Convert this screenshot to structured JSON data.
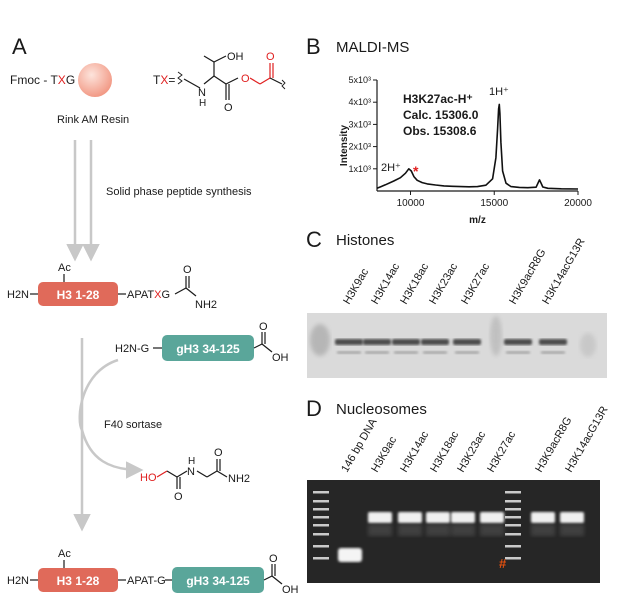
{
  "panel_a": {
    "letter": "A",
    "fmoc_prefix": "Fmoc - ",
    "fmoc_t": "T",
    "fmoc_x": "X",
    "fmoc_g": "G",
    "resin_label": "Rink AM Resin",
    "tx_t": "T",
    "tx_x": "X",
    "tx_eq": "=",
    "oh": "OH",
    "n": "N",
    "h": "H",
    "o": "O",
    "spps_label": "Solid phase peptide synthesis",
    "ac": "Ac",
    "h2n": "H2N",
    "h3_box": "H3 1-28",
    "apat_seq": "APAT",
    "apat_x": "X",
    "apat_g": "G",
    "nh2": "NH2",
    "h2ng": "H2N-G",
    "gh3_box": "gH3 34-125",
    "sortase_label": "F40 sortase",
    "ho": "HO",
    "nh": "N",
    "nh_h": "H",
    "nh2b": "NH2",
    "apat_g_product": "APAT-G",
    "ac2": "Ac",
    "h2n2": "H2N",
    "h3_box2": "H3 1-28",
    "gh3_box2": "gH3 34-125"
  },
  "panel_b": {
    "letter": "B",
    "title": "MALDI-MS",
    "chart_data": {
      "type": "line",
      "title": "MALDI-MS",
      "xlabel": "m/z",
      "ylabel": "Intensity",
      "xlim": [
        8000,
        20000
      ],
      "ylim": [
        0,
        5000
      ],
      "xticks": [
        "10000",
        "15000",
        "20000"
      ],
      "yticks": [
        "1x10³",
        "2x10³",
        "3x10³",
        "4x10³",
        "5x10³"
      ],
      "annotations": [
        "H3K27ac-H⁺",
        "Calc. 15306.0",
        "Obs. 15308.6",
        "1H⁺",
        "2H⁺",
        "*"
      ],
      "series": [
        {
          "x": [
            8000,
            8500,
            9000,
            9400,
            9700,
            9900,
            10050,
            10200,
            10400,
            10700,
            11000,
            11500,
            12000,
            12500,
            13000,
            13500,
            14000,
            14500,
            14900,
            15100,
            15200,
            15260,
            15300,
            15340,
            15400,
            15500,
            15700,
            16000,
            16500,
            17000,
            17500,
            17700,
            17800,
            17900,
            18200,
            19000,
            20000
          ],
          "y": [
            120,
            280,
            450,
            600,
            800,
            1000,
            900,
            650,
            480,
            380,
            320,
            270,
            230,
            210,
            200,
            190,
            200,
            260,
            550,
            1500,
            2800,
            3700,
            3900,
            3500,
            2200,
            900,
            350,
            200,
            160,
            150,
            170,
            500,
            350,
            180,
            120,
            100,
            90
          ]
        }
      ]
    }
  },
  "panel_c": {
    "letter": "C",
    "title": "Histones",
    "lanes": [
      "H3K9ac",
      "H3K14ac",
      "H3K18ac",
      "H3K23ac",
      "H3K27ac",
      "H3K9acR8G",
      "H3K14acG13R"
    ]
  },
  "panel_d": {
    "letter": "D",
    "title": "Nucleosomes",
    "lanes": [
      "146 bp DNA",
      "H3K9ac",
      "H3K14ac",
      "H3K18ac",
      "H3K23ac",
      "H3K27ac",
      "H3K9acR8G",
      "H3K14acG13R"
    ],
    "hash": "#"
  },
  "colors": {
    "h3_box": "#e06a5a",
    "gh3_box": "#5aa69a",
    "red": "#e02020",
    "arrow": "#c8c8c8"
  }
}
